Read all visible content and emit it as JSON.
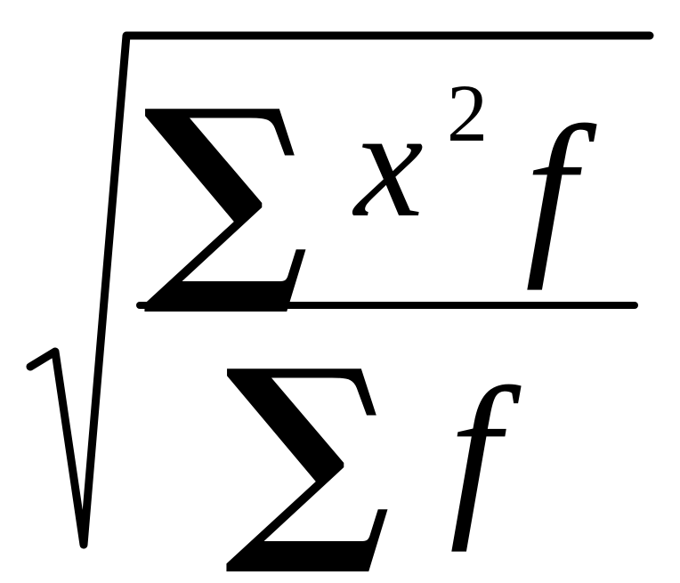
{
  "formula": {
    "numerator": {
      "sum_symbol": "∑",
      "variable": "x",
      "exponent": "2",
      "weight": "f"
    },
    "denominator": {
      "sum_symbol": "∑",
      "weight": "f"
    }
  }
}
